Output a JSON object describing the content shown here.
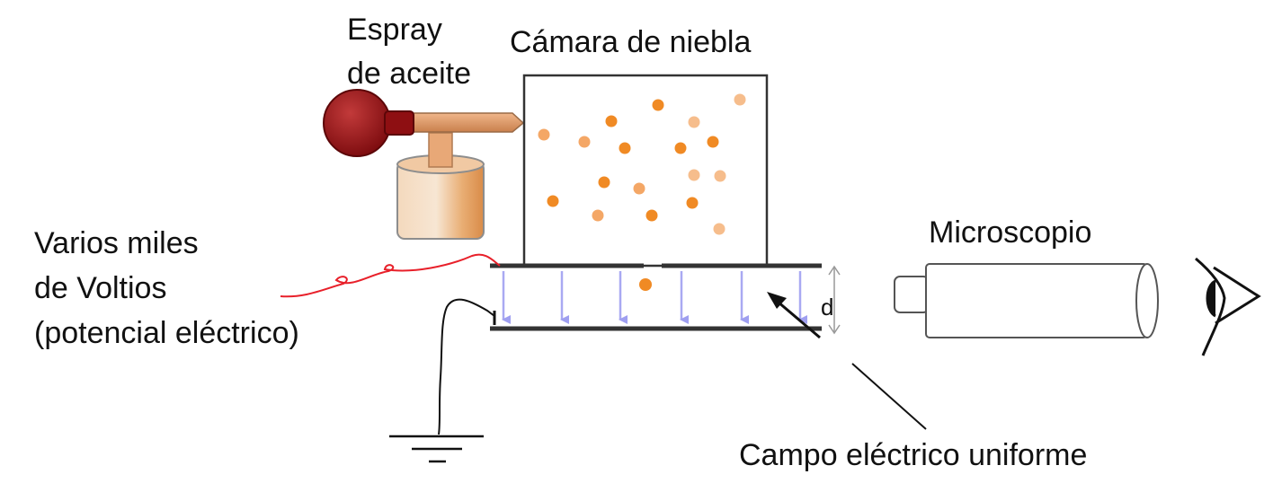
{
  "labels": {
    "spray_line1": "Espray",
    "spray_line2": "de aceite",
    "chamber": "Cámara de niebla",
    "voltage_line1": "Varios miles",
    "voltage_line2": "de Voltios",
    "voltage_line3": "(potencial eléctrico)",
    "microscope": "Microscopio",
    "field": "Campo eléctrico uniforme",
    "distance": "d"
  },
  "colors": {
    "droplet": "#f08a24",
    "droplet_light": "#f6bd8c",
    "bulb": "#8e0f12",
    "field_arrow": "#a9a9f2",
    "wire": "#e8202a",
    "plate": "#333333"
  },
  "icons": {
    "bulb": "rubber-bulb-icon",
    "eye": "eye-icon",
    "ground": "ground-symbol-icon"
  }
}
